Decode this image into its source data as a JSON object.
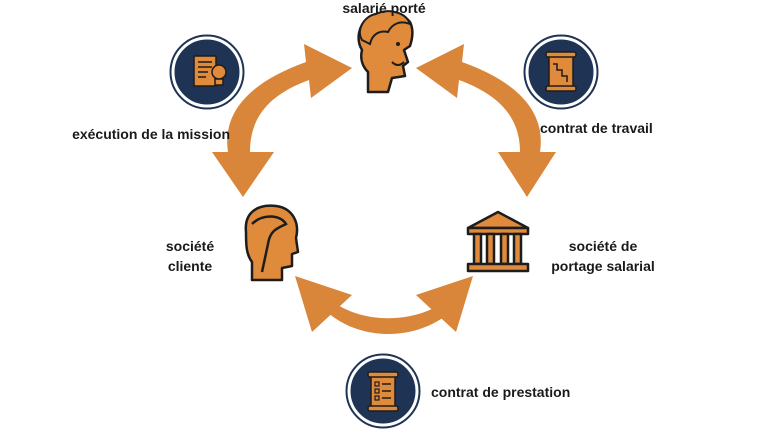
{
  "colors": {
    "arrow": "#D9863A",
    "icon_fill": "#E08A3C",
    "outline": "#1d1d1d",
    "badge": "#1F3454",
    "badge_ring": "#ffffff"
  },
  "nodes": {
    "salarie": {
      "label": "salarié porté",
      "icon": "head-icon"
    },
    "cliente": {
      "label_line1": "société",
      "label_line2": "cliente",
      "icon": "head-profile-icon"
    },
    "portage": {
      "label_line1": "société de",
      "label_line2": "portage salarial",
      "icon": "institution-building-icon"
    }
  },
  "relations": {
    "mission": {
      "label": "exécution de la mission",
      "icon": "document-stamp-icon"
    },
    "travail": {
      "label": "contrat de travail",
      "icon": "contract-scroll-icon"
    },
    "prestation": {
      "label": "contrat de prestation",
      "icon": "checklist-scroll-icon"
    }
  }
}
